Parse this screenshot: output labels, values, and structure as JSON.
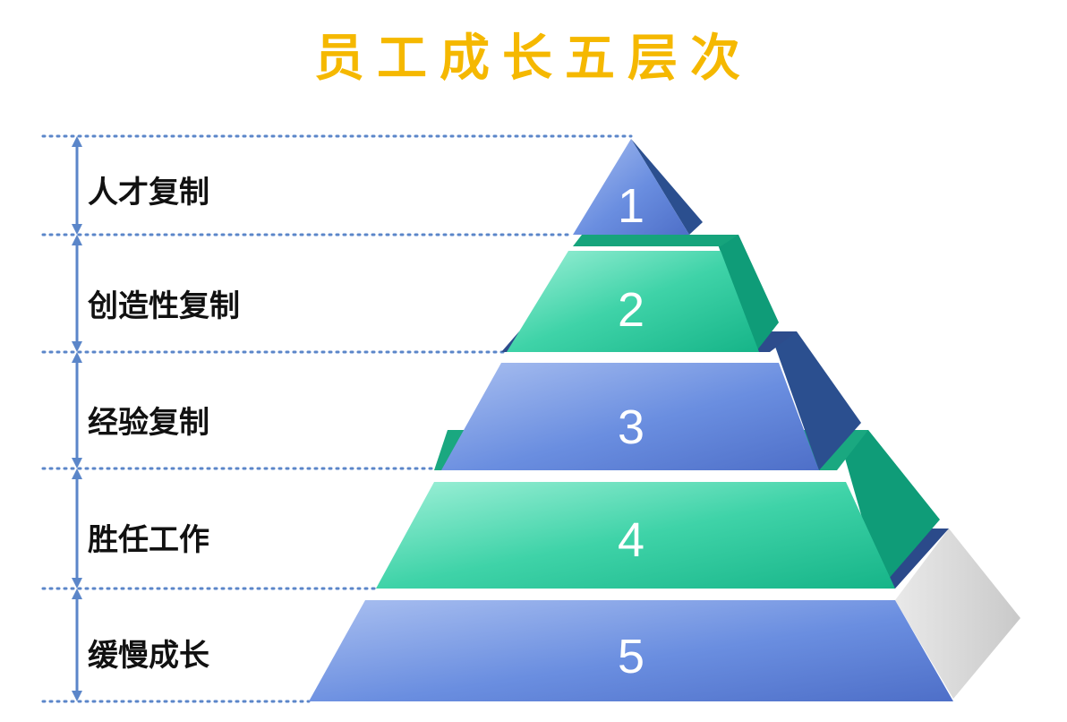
{
  "title": "员工成长五层次",
  "levels": [
    {
      "number": "1",
      "label": "人才复制"
    },
    {
      "number": "2",
      "label": "创造性复制"
    },
    {
      "number": "3",
      "label": "经验复制"
    },
    {
      "number": "4",
      "label": "胜任工作"
    },
    {
      "number": "5",
      "label": "缓慢成长"
    }
  ],
  "colors": {
    "title": "#f5b800",
    "blue_face": "#5b7fd6",
    "blue_side": "#2b4f8f",
    "green_face": "#33c9a0",
    "green_side": "#0f9c78",
    "guide_line": "#5b86c9"
  }
}
